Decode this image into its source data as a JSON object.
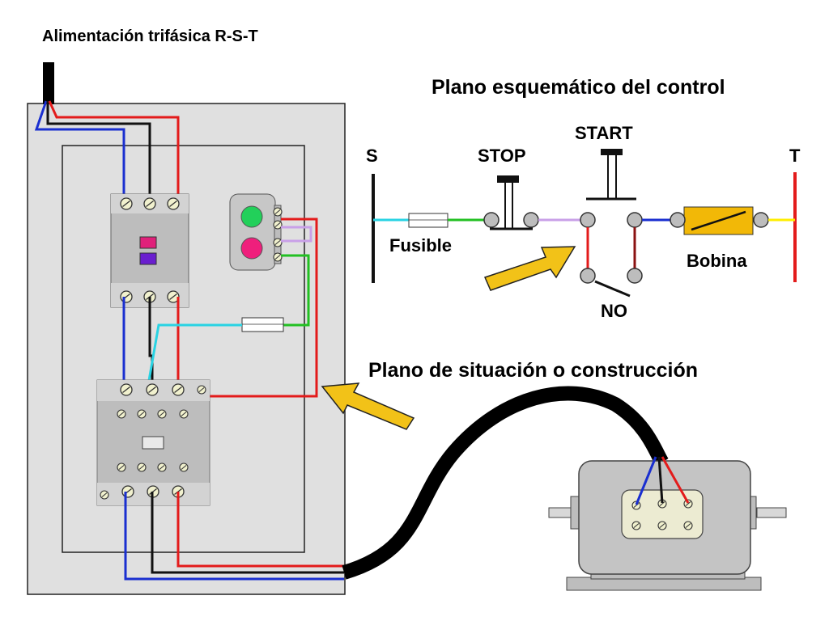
{
  "titles": {
    "supply": "Alimentación trifásica R-S-T",
    "control": "Plano esquemático del control",
    "layout": "Plano de situación o construcción"
  },
  "schematic": {
    "s_label": "S",
    "t_label": "T",
    "stop_label": "STOP",
    "start_label": "START",
    "fuse_label": "Fusible",
    "coil_label": "Bobina",
    "no_label": "NO"
  },
  "colors": {
    "phase_r": "#e31b1b",
    "phase_s": "#1a2fd0",
    "phase_t": "#111111",
    "control_cyan": "#29d3e3",
    "control_green": "#22c022",
    "control_lilac": "#c9a0e8",
    "coil": "#f2b807",
    "arrow": "#f2c218",
    "panel": "#e0e0e0"
  }
}
